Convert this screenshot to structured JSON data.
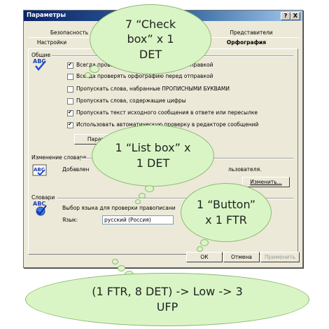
{
  "window": {
    "title": "Параметры",
    "help_btn": "?",
    "close_btn": "X"
  },
  "tabs": {
    "row1": [
      "Безопасность",
      "Представители"
    ],
    "row2": [
      "Настройки",
      "Орфография"
    ]
  },
  "general": {
    "section_label": "Общие",
    "checkboxes": [
      {
        "label": "Всегда проверять орфографию перед отправкой",
        "checked": true
      },
      {
        "label": "Всегда проверять орфографию перед отправкой",
        "checked": false
      },
      {
        "label": "Пропускать слова, набранные ПРОПИСНЫМИ БУКВАМИ",
        "checked": false
      },
      {
        "label": "Пропускать слова, содержащие цифры",
        "checked": false
      },
      {
        "label": "Пропускать текст исходного сообщения в ответе или пересылке",
        "checked": true
      },
      {
        "label": "Использовать автоматическую проверку в редакторе сообщений",
        "checked": true
      }
    ],
    "params_button": "Парамет"
  },
  "user_dict": {
    "section_label": "Изменение словаря",
    "text_left": "Добавлен",
    "text_right": "льзователя.",
    "edit_button": "Изменить..."
  },
  "dictionaries": {
    "section_label": "Словари",
    "select_label": "Выбор языка для проверки правописани",
    "language_label": "Язык:",
    "language_value": "русский (Россия)"
  },
  "footer": {
    "ok": "ОК",
    "cancel": "Отмена",
    "apply": "Применить"
  },
  "callouts": {
    "check_box": "7 “Check\nbox” x 1\nDET",
    "list_box": "1 “List box” x\n1 DET",
    "button": "1 “Button”\nx 1 FTR",
    "summary": "(1 FTR, 8 DET) -> Low -> 3\nUFP"
  },
  "colors": {
    "callout_fill": "#d9f5c5",
    "callout_border": "#8fb873",
    "title_bar": "#0a246a"
  },
  "icons": [
    "abc-spellcheck-icon"
  ]
}
